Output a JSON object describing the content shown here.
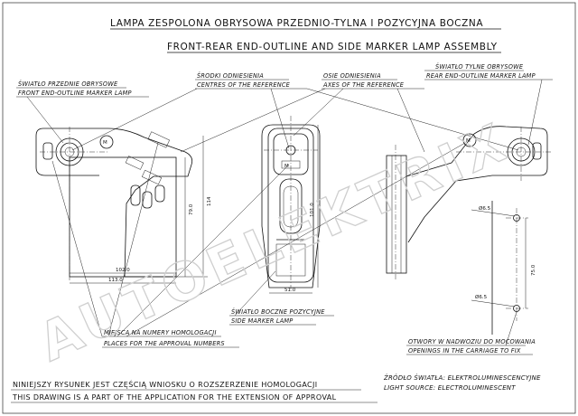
{
  "title": {
    "pl": "LAMPA  ZESPOLONA OBRYSOWA PRZEDNIO-TYLNA I POZYCYJNA BOCZNA",
    "en": "FRONT-REAR END-OUTLINE AND SIDE MARKER LAMP ASSEMBLY"
  },
  "labels": {
    "front_pl": "ŚWIATŁO PRZEDNIE OBRYSOWE",
    "front_en": "FRONT END-OUTLINE MARKER LAMP",
    "centres_pl": "ŚRODKI ODNIESIENIA",
    "centres_en": "CENTRES OF THE REFERENCE",
    "axes_pl": "OSIE ODNIESIENIA",
    "axes_en": "AXES OF THE REFERENCE",
    "rear_pl": "ŚWIATŁO TYLNE OBRYSOWE",
    "rear_en": "REAR END-OUTLINE MARKER LAMP",
    "side_pl": "ŚWIATŁO BOCZNE POZYCYJNE",
    "side_en": "SIDE MARKER LAMP",
    "places_pl": "MIEJSCA NA NUMERY HOMOLOGACJI",
    "places_en": "PLACES FOR THE APPROVAL NUMBERS",
    "openings_pl": "OTWORY W NADWOZIU DO MOCOWANIA",
    "openings_en": "OPENINGS IN THE CARRIAGE TO FIX"
  },
  "dimensions": {
    "d1": "102.0",
    "d2": "113.0",
    "d3": "79.0",
    "d4": "114",
    "d5": "101.0",
    "d6": "51.0",
    "d7": "Ø6.5",
    "d8": "Ø6.5",
    "d9": "75.0"
  },
  "footer": {
    "left_pl": "NINIEJSZY RYSUNEK JEST CZĘŚCIĄ WNIOSKU O ROZSZERZENIE HOMOLOGACJI",
    "left_en": "THIS DRAWING IS A PART OF THE APPLICATION FOR THE EXTENSION OF APPROVAL",
    "right_pl": "ŹRÓDŁO ŚWIATŁA: ELEKTROLUMINESCENCYJNE",
    "right_en": "LIGHT SOURCE: ELECTROLUMINESCENT"
  },
  "watermark": "AUTOELEKTRIX"
}
